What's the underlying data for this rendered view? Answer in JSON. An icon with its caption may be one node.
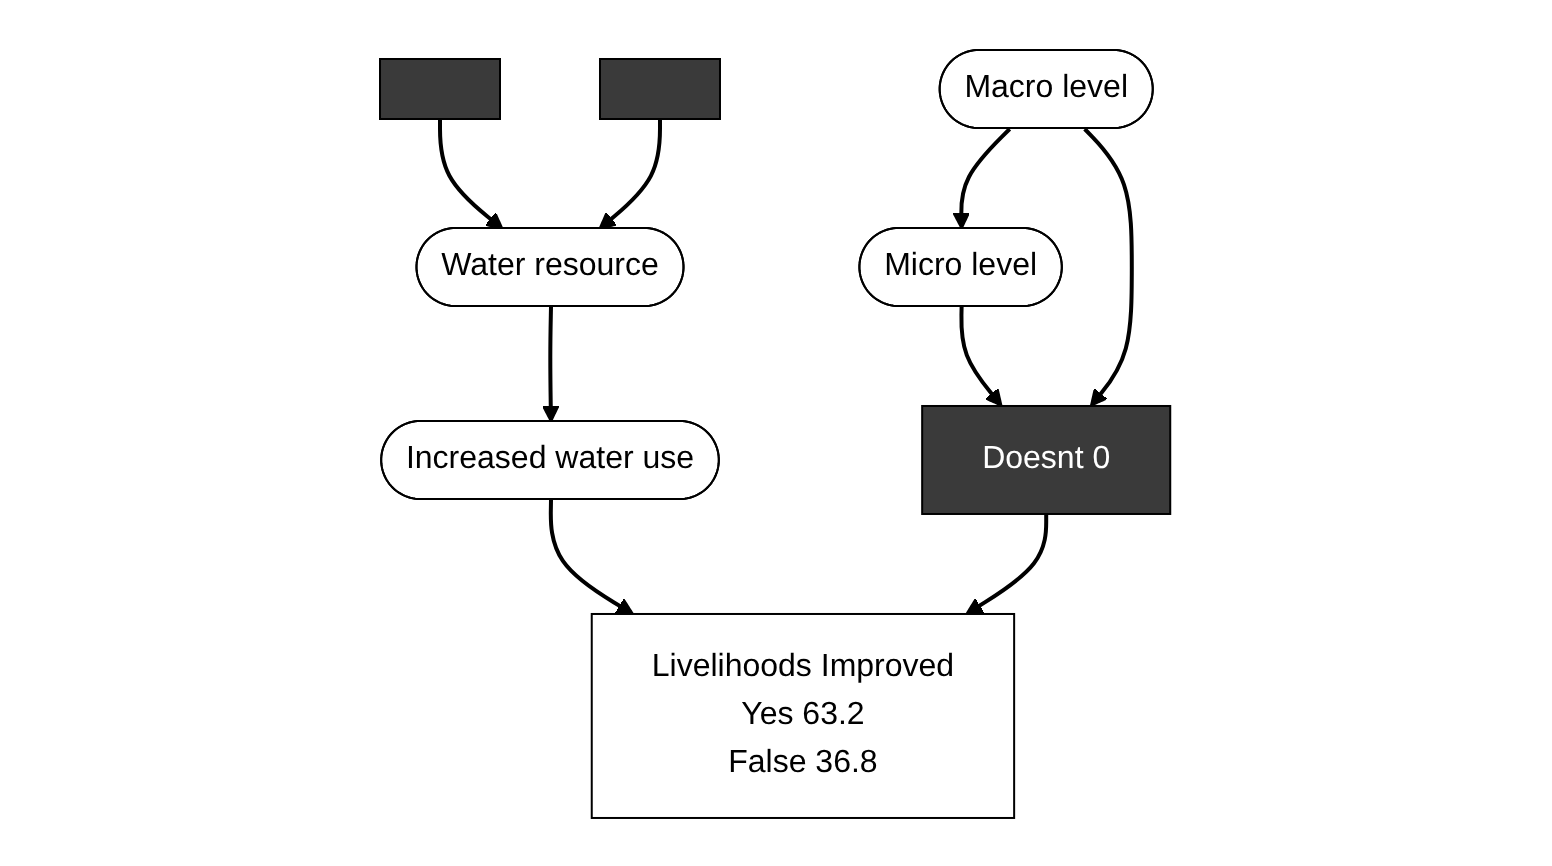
{
  "diagram": {
    "nodes": [
      {
        "text": [],
        "shape": "box"
      },
      {
        "text": [],
        "shape": "box"
      },
      {
        "text": [
          "Water resource"
        ]
      },
      {
        "text": [
          "Increased water use"
        ]
      },
      {
        "text": [
          "Micro level"
        ]
      },
      {
        "text": [
          "Macro level"
        ]
      },
      {
        "text": [
          "Doesnt 0"
        ]
      },
      {
        "text": [
          "Livelihoods Improved",
          "Yes 63.2",
          "False 36.8"
        ]
      }
    ],
    "edges": [
      {
        "from": 0,
        "to": 2,
        "arrow": "to"
      },
      {
        "from": 1,
        "to": 2,
        "arrow": "to"
      },
      {
        "from": 2,
        "to": 3,
        "arrow": "to"
      },
      {
        "from": 5,
        "to": 4,
        "arrow": "to"
      },
      {
        "from": 4,
        "to": 6,
        "arrow": "to"
      },
      {
        "from": 5,
        "to": 6,
        "arrow": "to"
      },
      {
        "from": 3,
        "to": 7,
        "arrow": "to"
      },
      {
        "from": 6,
        "to": 7,
        "arrow": "to"
      }
    ]
  }
}
